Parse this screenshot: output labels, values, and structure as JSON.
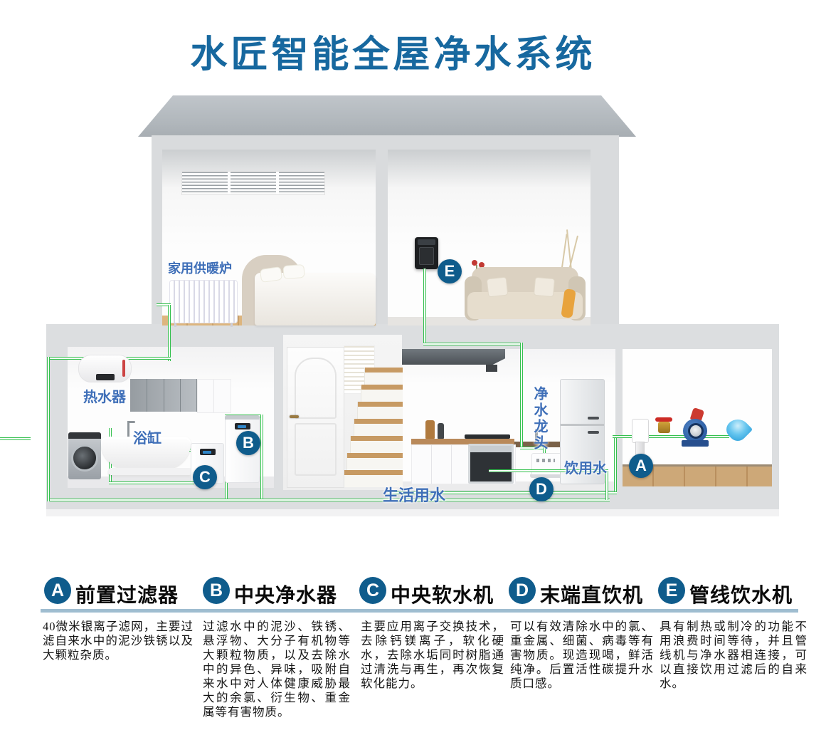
{
  "title": "水匠智能全屋净水系统",
  "house": {
    "labels": {
      "heating_furnace": "家用供暖炉",
      "water_heater": "热水器",
      "bathtub": "浴缸",
      "purified_tap": "净水龙头",
      "drinking_water": "饮用水",
      "domestic_water": "生活用水"
    },
    "badges": {
      "a": "A",
      "b": "B",
      "c": "C",
      "d": "D",
      "e": "E"
    }
  },
  "legend": {
    "items": [
      {
        "badge": "A",
        "title": "前置过滤器",
        "desc": "40微米银离子滤网，主要过滤自来水中的泥沙铁锈以及大颗粒杂质。"
      },
      {
        "badge": "B",
        "title": "中央净水器",
        "desc": "过滤水中的泥沙、铁锈、悬浮物、大分子有机物等大颗粒物质，以及去除水中的异色、异味，吸附自来水中对人体健康威胁最大的余氯、衍生物、重金属等有害物质。"
      },
      {
        "badge": "C",
        "title": "中央软水机",
        "desc": "主要应用离子交换技术，去除钙镁离子，软化硬水，去除水垢同时树脂通过清洗与再生，再次恢复软化能力。"
      },
      {
        "badge": "D",
        "title": "末端直饮机",
        "desc": "可以有效清除水中的氯、重金属、细菌、病毒等有害物质。现造现喝，鲜活纯净。后置活性碳提升水质口感。"
      },
      {
        "badge": "E",
        "title": "管线饮水机",
        "desc": "具有制热或制冷的功能不用浪费时间等待，并且管线机与净水器相连接，可以直接饮用过滤后的自来水。"
      }
    ]
  },
  "colors": {
    "title_blue": "#17689F",
    "badge_blue": "#0F5C8C",
    "label_blue": "#3F6FB8",
    "pipe_green": "#34C04E",
    "divider_blue": "#9FBDD0"
  }
}
